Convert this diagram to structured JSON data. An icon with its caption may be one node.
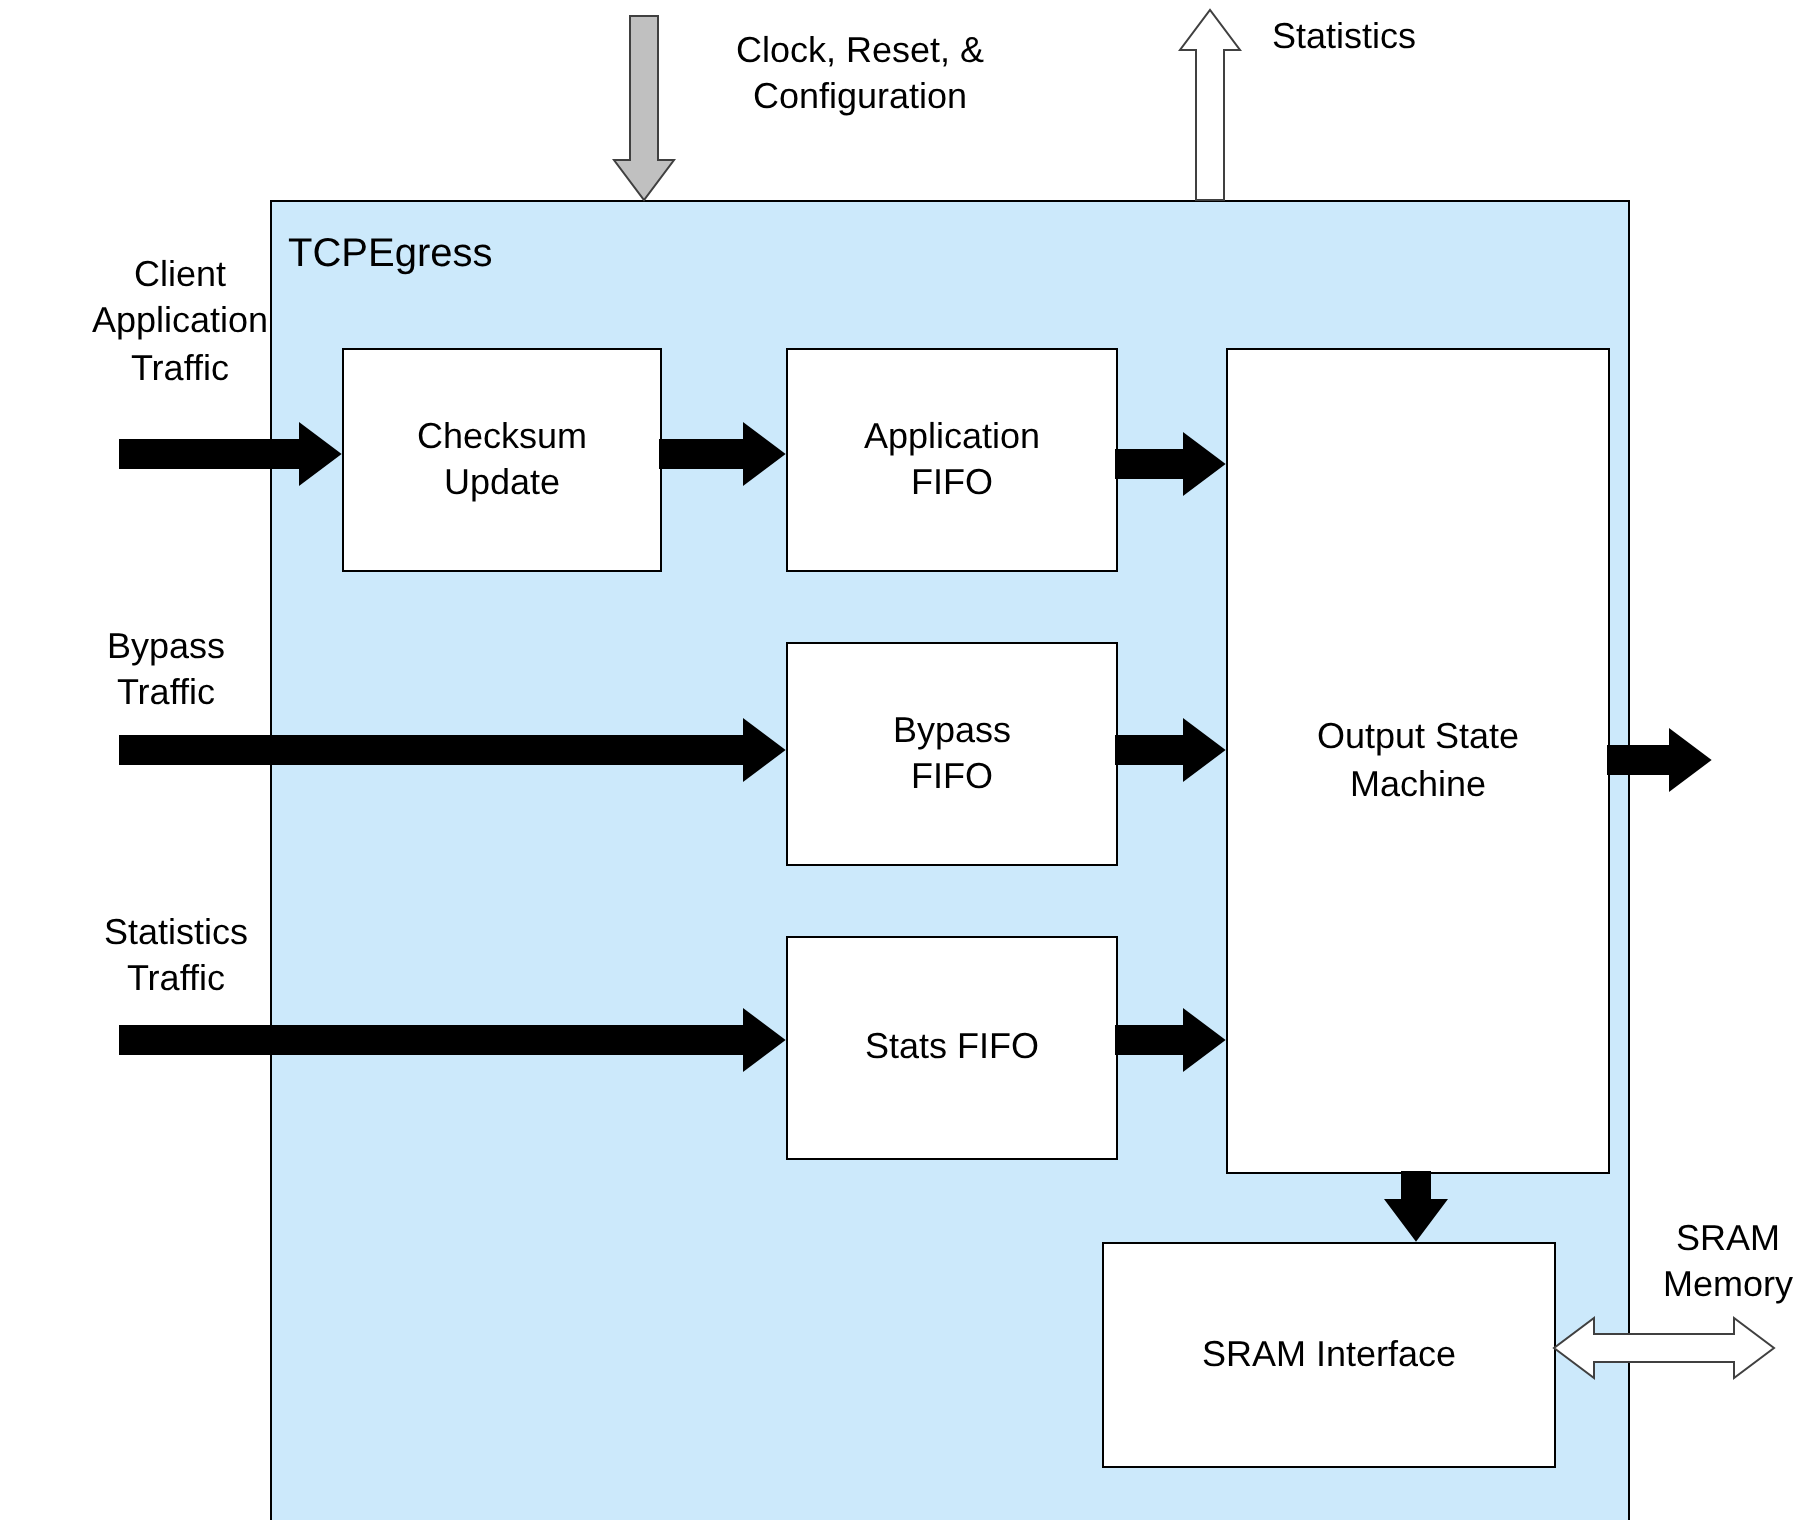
{
  "diagram": {
    "nodes": [
      {
        "text": [
          "Clock, Reset, & Configuration"
        ]
      },
      {
        "text": [
          "Statistics"
        ]
      },
      {
        "text": [
          "TCPEgress"
        ]
      },
      {
        "text": [
          "Client Application Traffic"
        ]
      },
      {
        "text": [
          "Checksum Update"
        ],
        "in": 2
      },
      {
        "text": [
          "Application FIFO"
        ],
        "in": 2
      },
      {
        "text": [
          "Output State Machine"
        ],
        "in": 2
      },
      {
        "text": [
          "Bypass Traffic"
        ]
      },
      {
        "text": [
          "Bypass FIFO"
        ],
        "in": 2
      },
      {
        "text": [
          "Statistics Traffic"
        ]
      },
      {
        "text": [
          "Stats FIFO"
        ],
        "in": 2
      },
      {
        "text": [
          "SRAM Memory"
        ]
      },
      {
        "text": [
          "SRAM Interface"
        ],
        "in": 2
      }
    ],
    "edges": [
      {
        "from": 0,
        "to": 2,
        "arrow": "to",
        "color": "#c0c0c0"
      },
      {
        "from": 2,
        "to": 1,
        "arrow": "to",
        "color": "#ffffff"
      },
      {
        "from": 3,
        "to": 4,
        "arrow": "to"
      },
      {
        "from": 4,
        "to": 5,
        "arrow": "to"
      },
      {
        "from": 5,
        "to": 6,
        "arrow": "to"
      },
      {
        "from": 7,
        "to": 8,
        "arrow": "to"
      },
      {
        "from": 8,
        "to": 6,
        "arrow": "to"
      },
      {
        "from": 9,
        "to": 10,
        "arrow": "to"
      },
      {
        "from": 10,
        "to": 6,
        "arrow": "to"
      },
      {
        "from": 6,
        "to": null,
        "arrow": "to"
      },
      {
        "from": 6,
        "to": 12,
        "arrow": "to"
      },
      {
        "from": 12,
        "to": 11,
        "arrow": "both",
        "color": "#ffffff"
      }
    ]
  }
}
